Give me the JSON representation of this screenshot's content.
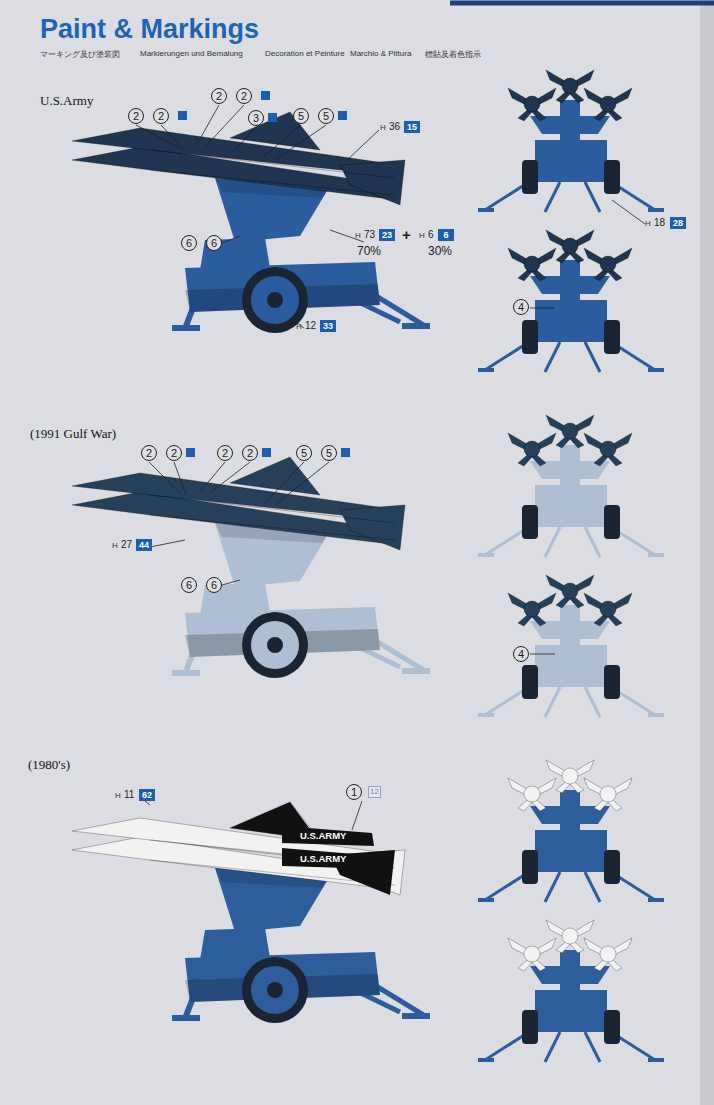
{
  "diagram": {
    "title": "Paint & Markings",
    "labels": [
      "マーキング及び塗装図",
      "Markierungen und Bemalung",
      "Decoration et Peinture",
      "Marchio & Pittura",
      "標貼及着色指示",
      "U.S.Army",
      "2",
      "2",
      "2",
      "2",
      "3",
      "5",
      "5",
      "H",
      "36",
      "15",
      "6",
      "6",
      "H",
      "73",
      "23",
      "+",
      "H",
      "6",
      "6",
      "70%",
      "30%",
      "H",
      "12",
      "33",
      "H",
      "18",
      "28",
      "4",
      "(1991 Gulf War)",
      "2",
      "2",
      "2",
      "2",
      "5",
      "5",
      "H",
      "27",
      "44",
      "6",
      "6",
      "4",
      "(1980's)",
      "H",
      "11",
      "62",
      "1",
      "12",
      "U.S.ARMY",
      "U.S.ARMY"
    ]
  }
}
